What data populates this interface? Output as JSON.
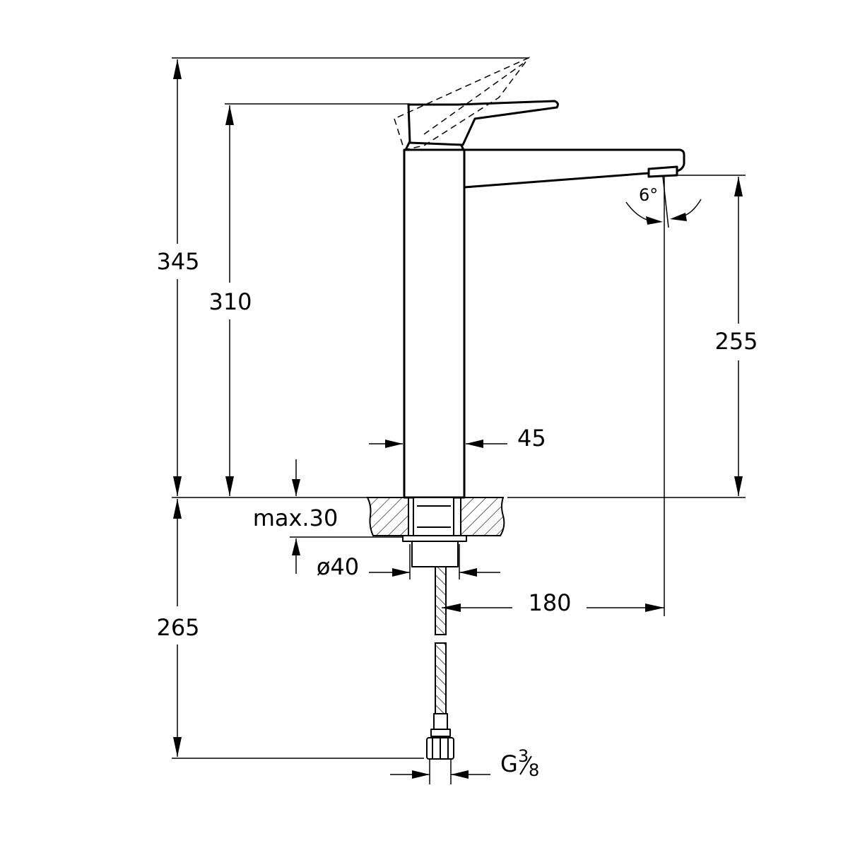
{
  "dimensions": {
    "total_height": "345",
    "lever_height": "310",
    "spout_height": "255",
    "body_width": "45",
    "max_deck": "max.30",
    "hole_diameter": "ø40",
    "reach": "180",
    "hose_length": "265",
    "thread": "G",
    "thread_num": "3",
    "thread_den": "8",
    "angle": "6°"
  }
}
